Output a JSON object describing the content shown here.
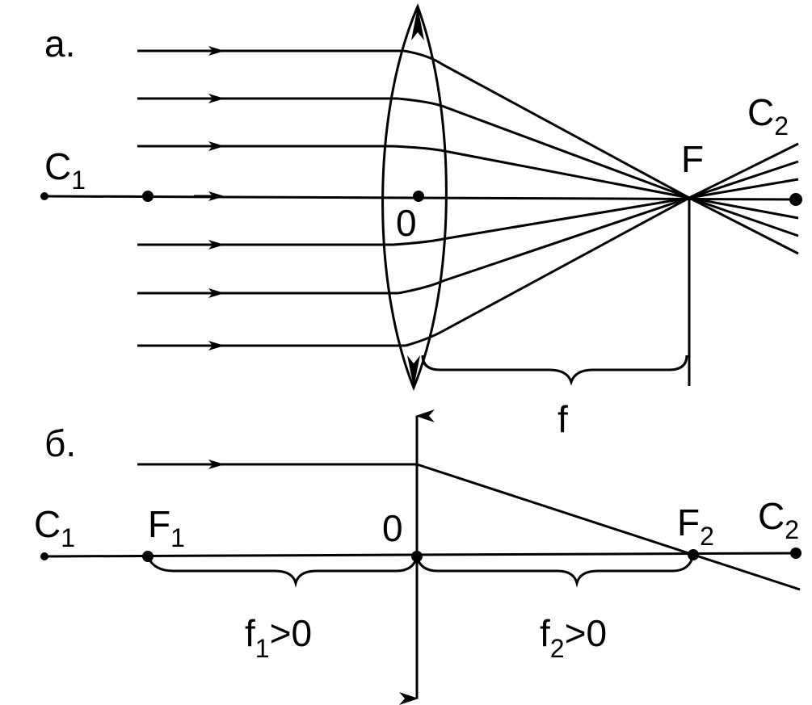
{
  "panel_a": {
    "label": "а.",
    "left_point": "C",
    "left_point_sub": "1",
    "right_point": "C",
    "right_point_sub": "2",
    "center": "0",
    "focus": "F",
    "focal_length": "f"
  },
  "panel_b": {
    "label": "б.",
    "left_point": "C",
    "left_point_sub": "1",
    "right_point": "C",
    "right_point_sub": "2",
    "focus1": "F",
    "focus1_sub": "1",
    "focus2": "F",
    "focus2_sub": "2",
    "center": "0",
    "f1_main": "f",
    "f1_sub": "1",
    "f1_rest": ">0",
    "f2_main": "f",
    "f2_sub": "2",
    "f2_rest": ">0"
  },
  "colors": {
    "ink": "#000000",
    "background": "#ffffff"
  }
}
